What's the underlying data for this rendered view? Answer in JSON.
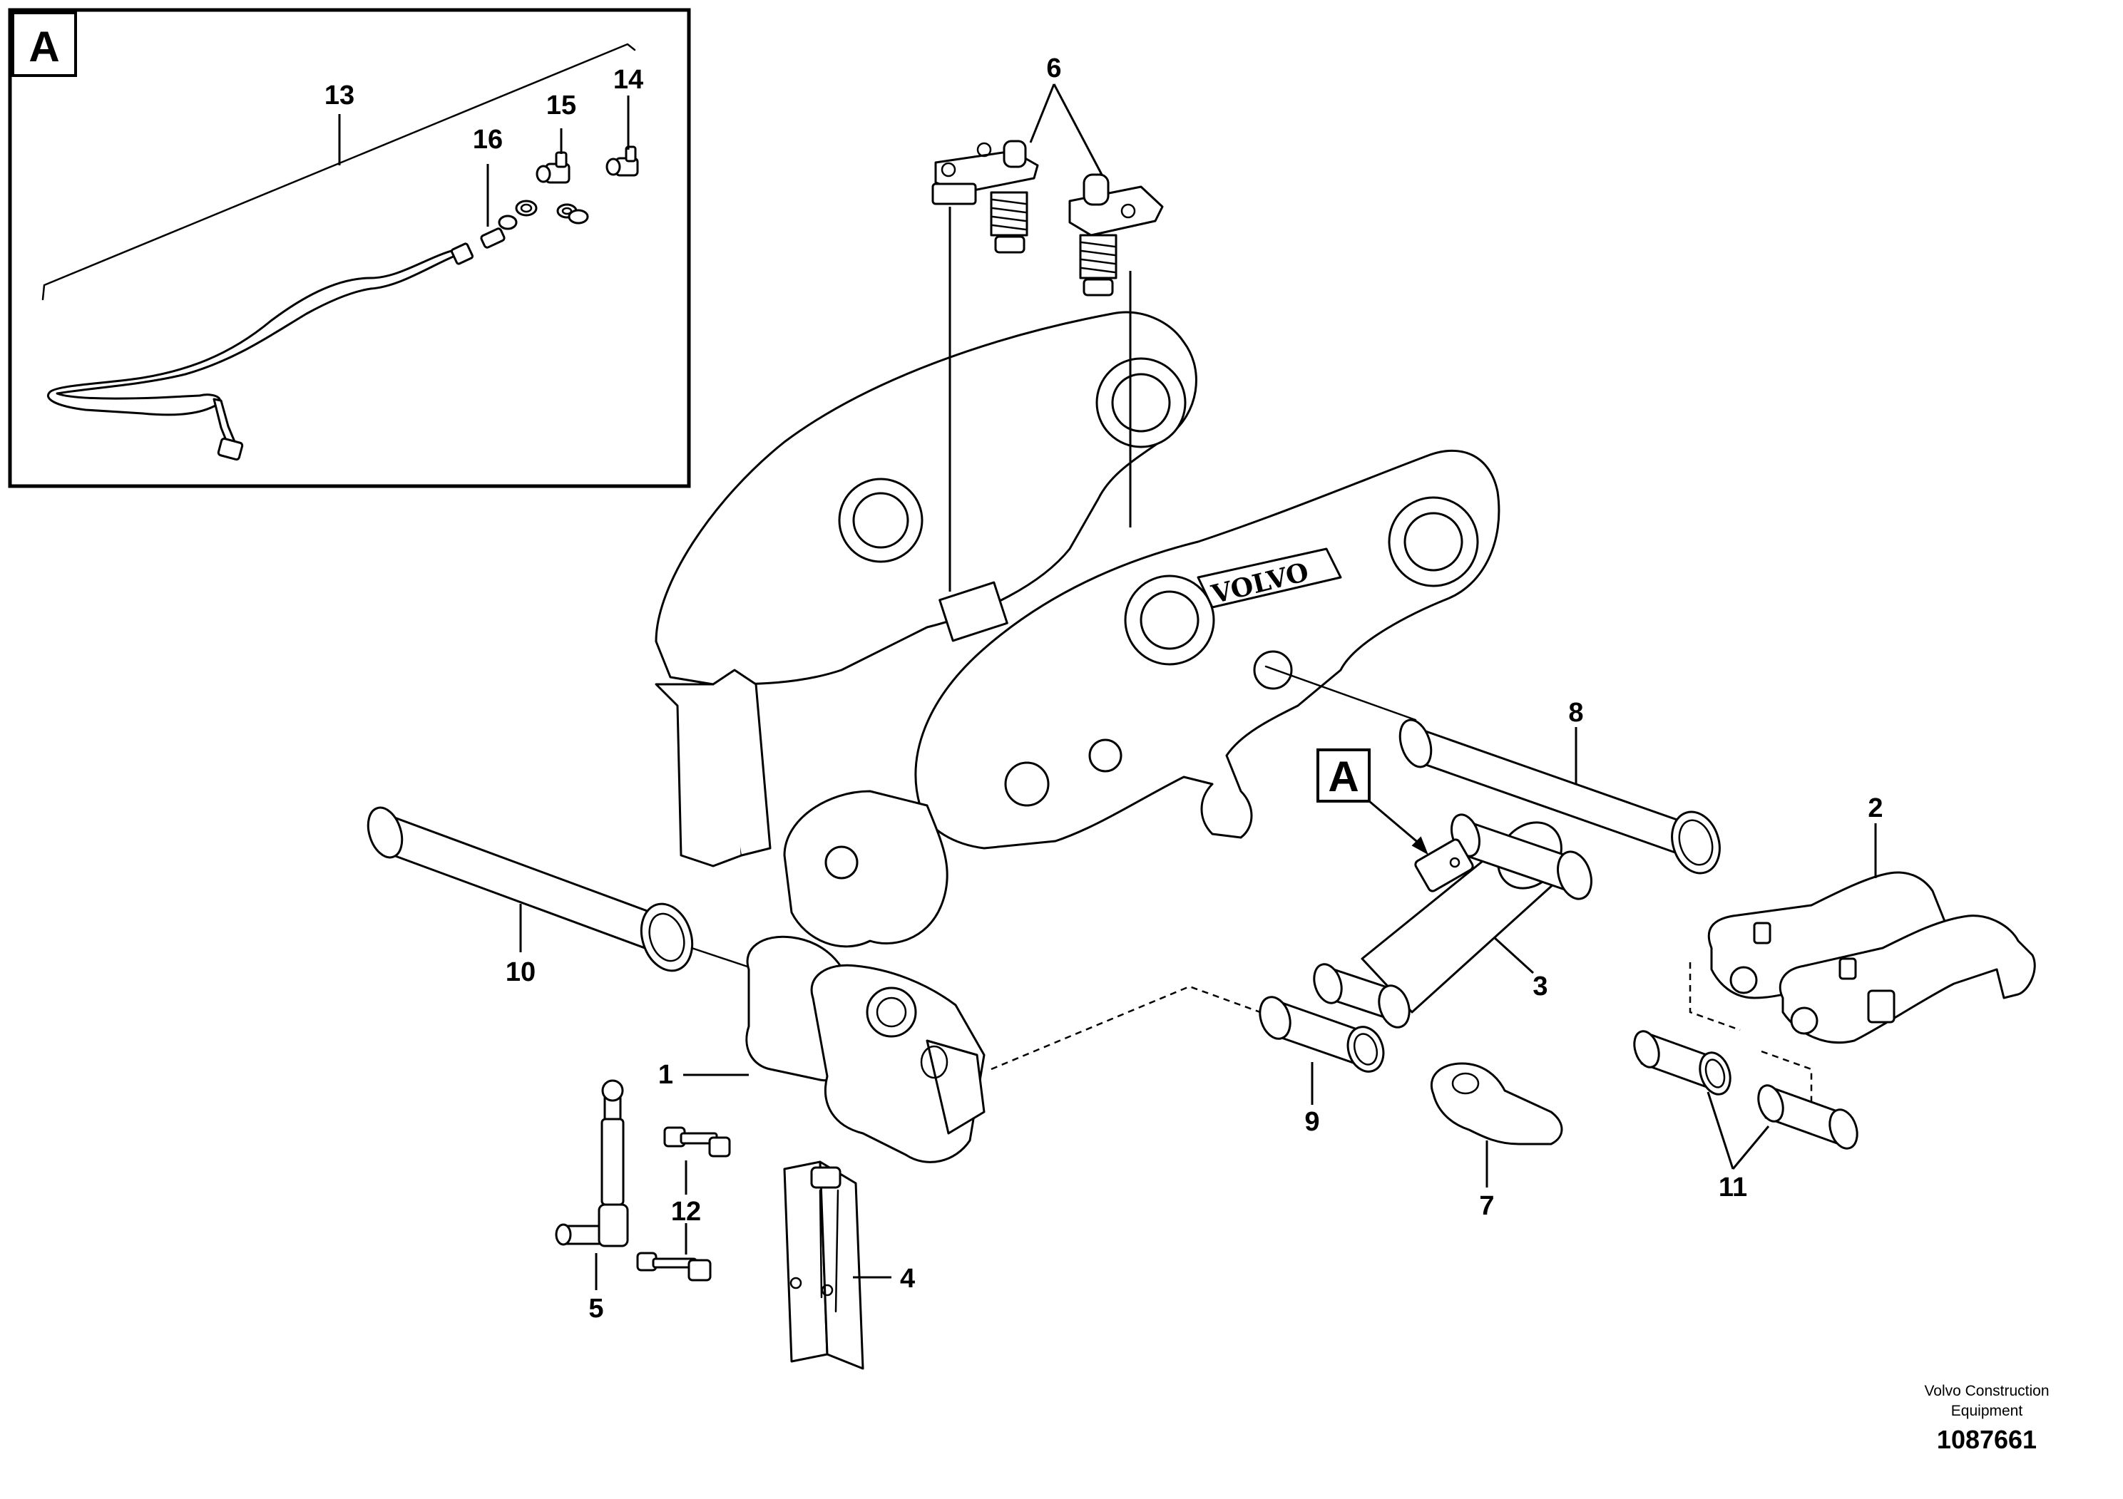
{
  "inset": {
    "label": "A"
  },
  "detail_marker": {
    "label": "A"
  },
  "callouts": {
    "c1": "1",
    "c2": "2",
    "c3": "3",
    "c4": "4",
    "c5": "5",
    "c6": "6",
    "c7": "7",
    "c8": "8",
    "c9": "9",
    "c10": "10",
    "c11": "11",
    "c12": "12",
    "c13": "13",
    "c14": "14",
    "c15": "15",
    "c16": "16"
  },
  "footer": {
    "company_line1": "Volvo Construction",
    "company_line2": "Equipment",
    "drawing_number": "1087661"
  },
  "brand_marking": "VOLVO"
}
